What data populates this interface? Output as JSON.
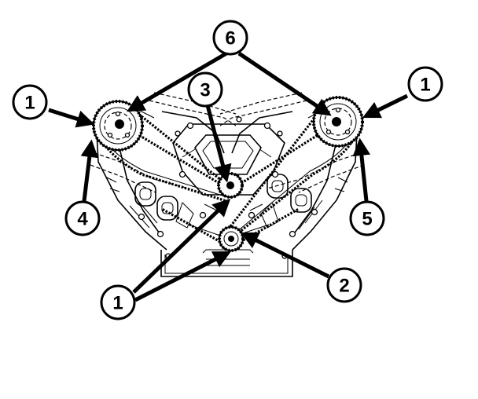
{
  "callouts": {
    "c6": "6",
    "c1_left": "1",
    "c1_right": "1",
    "c3": "3",
    "c4": "4",
    "c5": "5",
    "c2": "2",
    "c1_bottom": "1"
  }
}
